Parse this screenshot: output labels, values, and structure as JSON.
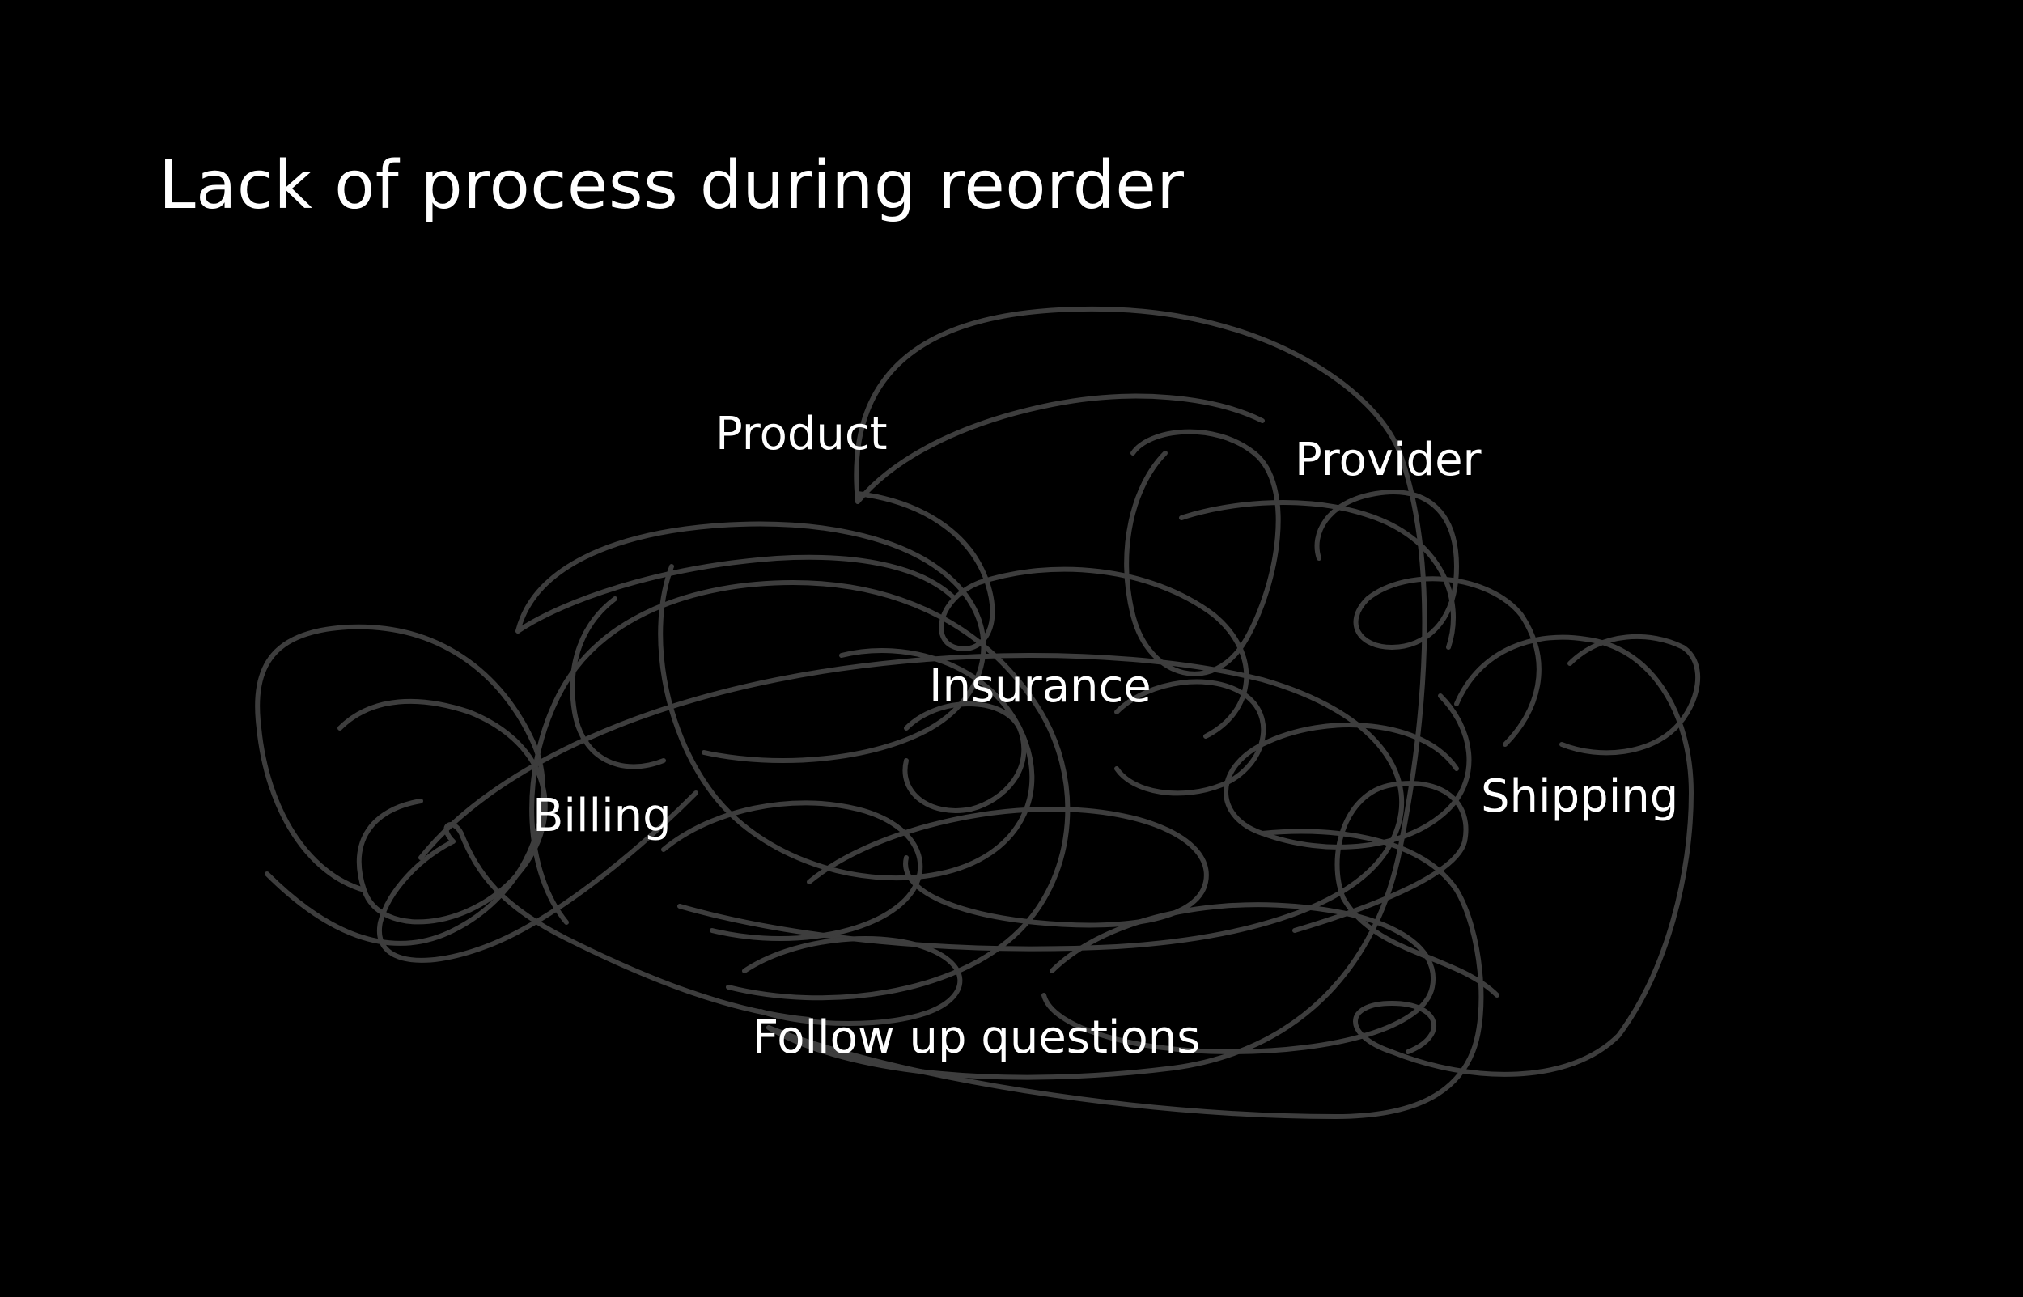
{
  "slide": {
    "title": "Lack of process during reorder",
    "labels": {
      "product": "Product",
      "provider": "Provider",
      "insurance": "Insurance",
      "billing": "Billing",
      "shipping": "Shipping",
      "follow_up": "Follow up questions"
    }
  },
  "colors": {
    "background": "#000000",
    "text": "#ffffff",
    "scribble": "#3d3d3d"
  }
}
